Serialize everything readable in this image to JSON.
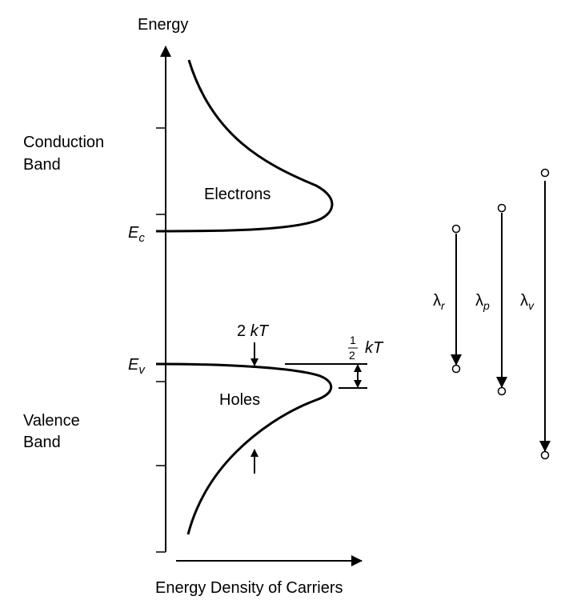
{
  "axes": {
    "y_label": "Energy",
    "x_label": "Energy Density of Carriers"
  },
  "bands": {
    "conduction": [
      "Conduction",
      "Band"
    ],
    "valence": [
      "Valence",
      "Band"
    ]
  },
  "levels": {
    "ec_main": "E",
    "ec_sub": "c",
    "ev_main": "E",
    "ev_sub": "v"
  },
  "carriers": {
    "electrons": "Electrons",
    "holes": "Holes"
  },
  "annotations": {
    "two_kt_num": "2",
    "two_kt_kt": "kT",
    "half_num": "1",
    "half_den": "2",
    "half_kt": "kT"
  },
  "wavelengths": [
    {
      "main": "λ",
      "sub": "r"
    },
    {
      "main": "λ",
      "sub": "p"
    },
    {
      "main": "λ",
      "sub": "v"
    }
  ]
}
